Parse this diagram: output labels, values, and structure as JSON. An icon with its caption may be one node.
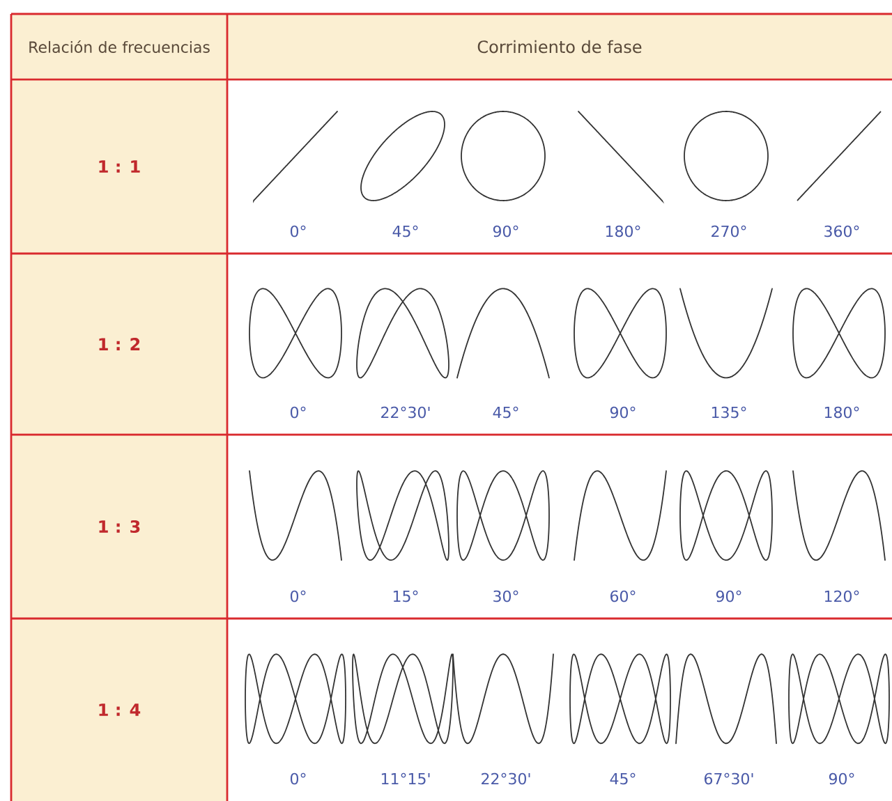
{
  "diagram": {
    "labels": [
      "Relación de frecuencias",
      "Corrimiento de fase",
      "1 : 1",
      "0°",
      "45°",
      "90°",
      "180°",
      "270°",
      "360°",
      "1 : 2",
      "0°",
      "22°30'",
      "45°",
      "90°",
      "135°",
      "180°",
      "1 : 3",
      "0°",
      "15°",
      "30°",
      "60°",
      "90°",
      "120°",
      "1 : 4",
      "0°",
      "11°15'",
      "22°30'",
      "45°",
      "67°30'",
      "90°"
    ]
  }
}
